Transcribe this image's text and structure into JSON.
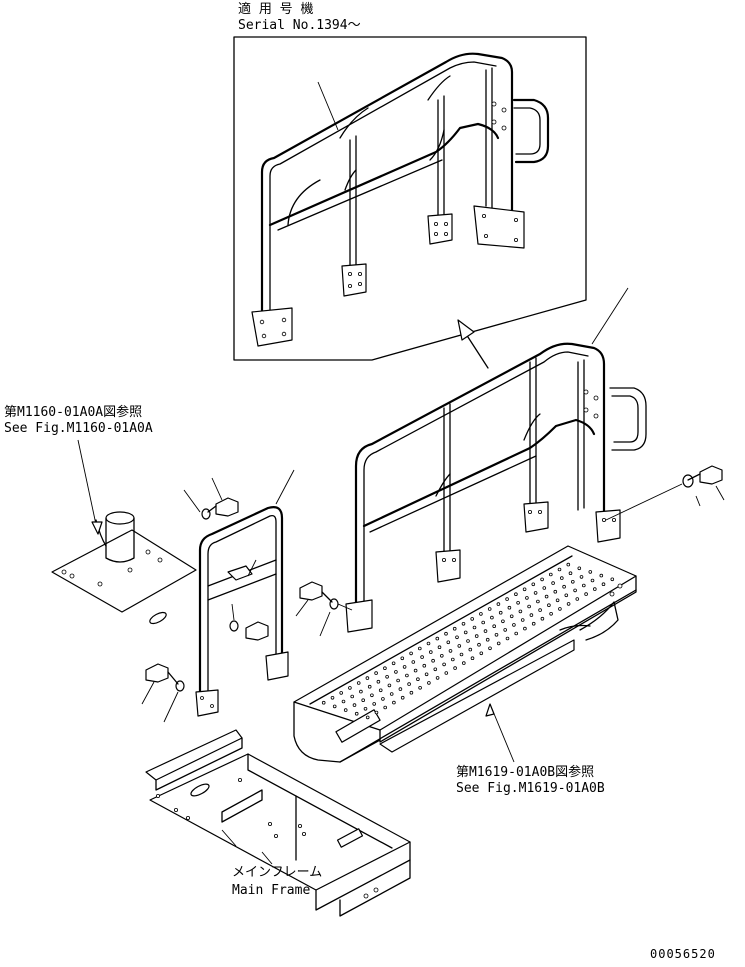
{
  "labels": {
    "applicable_jp": "適 用 号 機",
    "serial": "Serial No.1394～",
    "ref1_jp": "第M1160-01A0A図参照",
    "ref1_en": "See Fig.M1160-01A0A",
    "ref2_jp": "第M1619-01A0B図参照",
    "ref2_en": "See Fig.M1619-01A0B",
    "main_frame_jp": "メインフレーム",
    "main_frame_en": "Main Frame",
    "drawing_no": "00056520"
  }
}
